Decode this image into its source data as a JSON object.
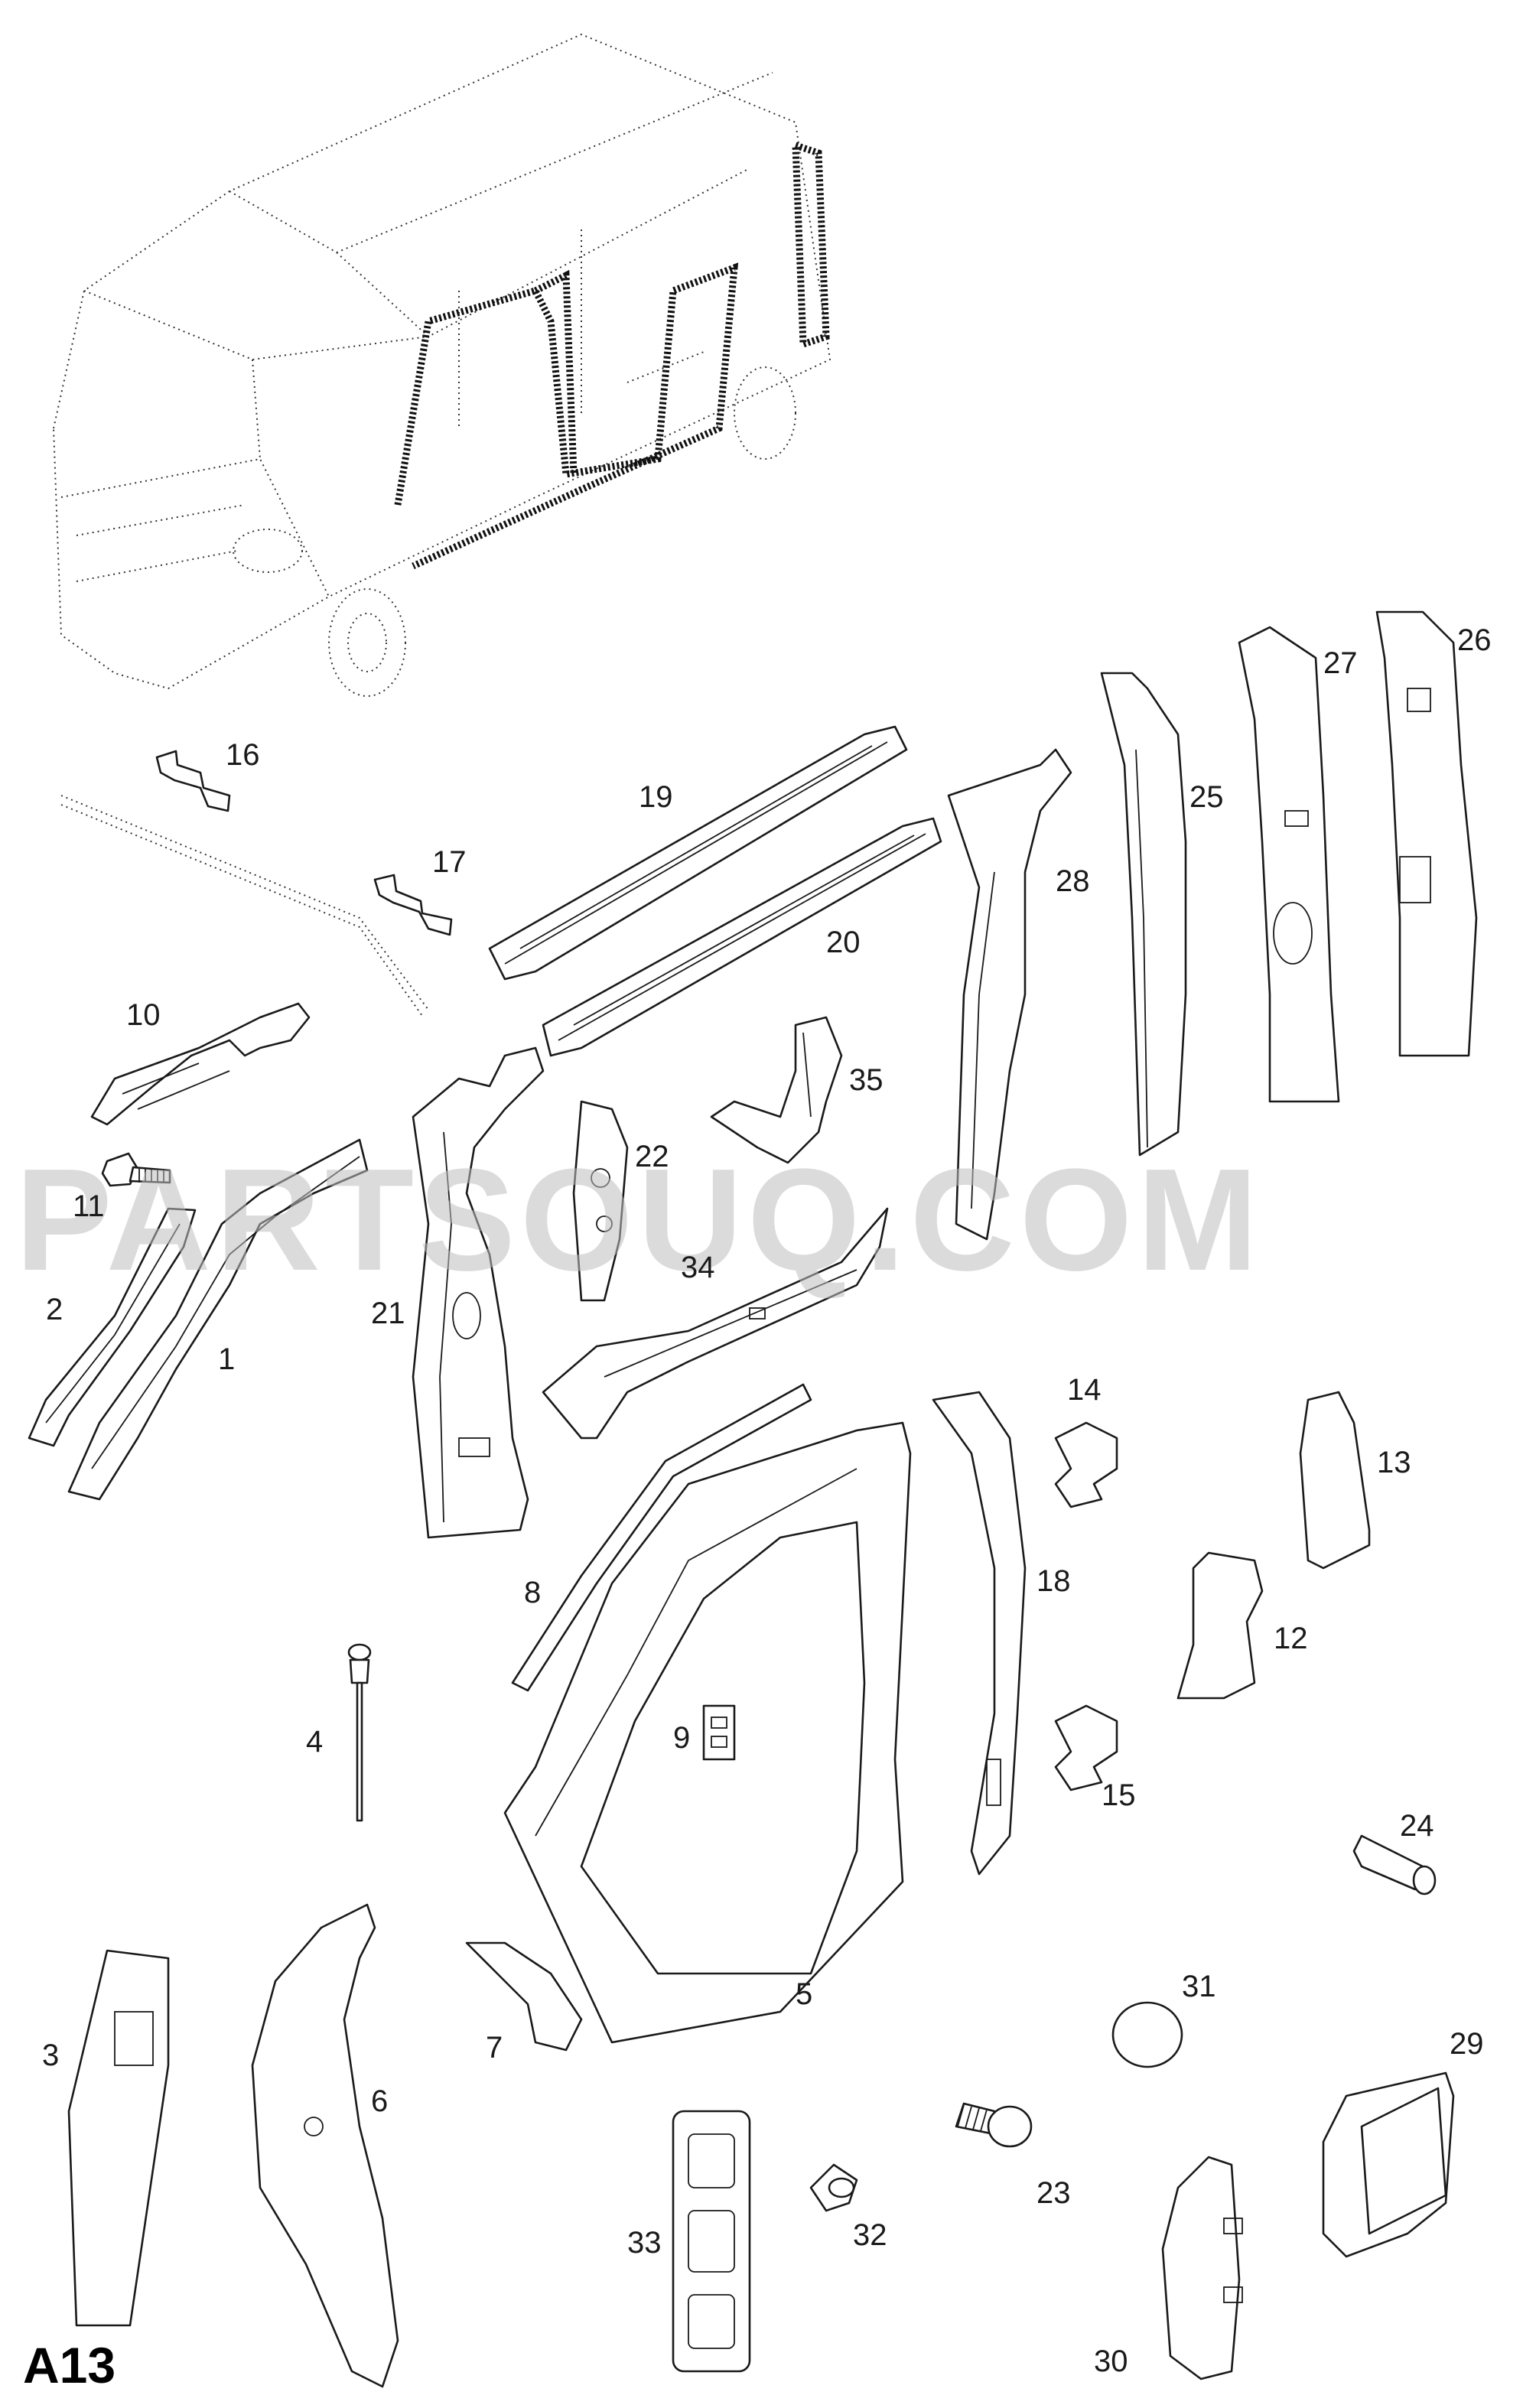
{
  "sheet_code": "A13",
  "watermark": "PARTSOUQ.COM",
  "parts": [
    {
      "id": "p1",
      "label": "1"
    },
    {
      "id": "p2",
      "label": "2"
    },
    {
      "id": "p3",
      "label": "3"
    },
    {
      "id": "p4",
      "label": "4"
    },
    {
      "id": "p5",
      "label": "5"
    },
    {
      "id": "p6",
      "label": "6"
    },
    {
      "id": "p7",
      "label": "7"
    },
    {
      "id": "p8",
      "label": "8"
    },
    {
      "id": "p9",
      "label": "9"
    },
    {
      "id": "p10",
      "label": "10"
    },
    {
      "id": "p11",
      "label": "11"
    },
    {
      "id": "p12",
      "label": "12"
    },
    {
      "id": "p13",
      "label": "13"
    },
    {
      "id": "p14",
      "label": "14"
    },
    {
      "id": "p15",
      "label": "15"
    },
    {
      "id": "p16",
      "label": "16"
    },
    {
      "id": "p17",
      "label": "17"
    },
    {
      "id": "p18",
      "label": "18"
    },
    {
      "id": "p19",
      "label": "19"
    },
    {
      "id": "p20",
      "label": "20"
    },
    {
      "id": "p21",
      "label": "21"
    },
    {
      "id": "p22",
      "label": "22"
    },
    {
      "id": "p23",
      "label": "23"
    },
    {
      "id": "p24",
      "label": "24"
    },
    {
      "id": "p25",
      "label": "25"
    },
    {
      "id": "p26",
      "label": "26"
    },
    {
      "id": "p27",
      "label": "27"
    },
    {
      "id": "p28",
      "label": "28"
    },
    {
      "id": "p29",
      "label": "29"
    },
    {
      "id": "p30",
      "label": "30"
    },
    {
      "id": "p31",
      "label": "31"
    },
    {
      "id": "p32",
      "label": "32"
    },
    {
      "id": "p33",
      "label": "33"
    },
    {
      "id": "p34",
      "label": "34"
    },
    {
      "id": "p35",
      "label": "35"
    }
  ]
}
